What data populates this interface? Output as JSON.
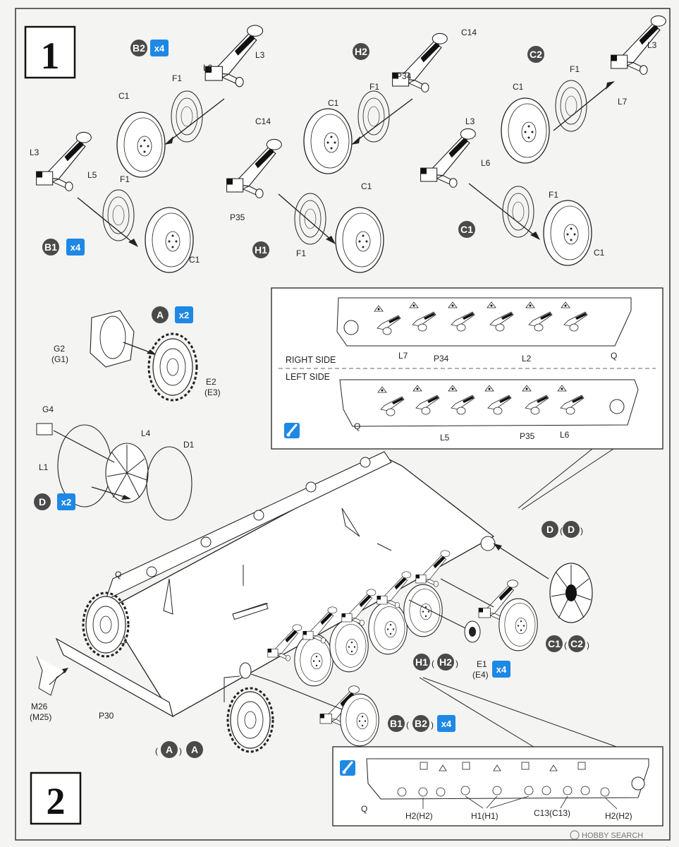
{
  "steps": {
    "one": "1",
    "two": "2"
  },
  "colors": {
    "ink": "#222222",
    "accent": "#1e88e5",
    "badge": "#4a4a4a",
    "paper": "#f4f4f2"
  },
  "badges": {
    "b2": "B2",
    "h2": "H2",
    "c2": "C2",
    "b1": "B1",
    "h1": "H1",
    "c1": "C1",
    "a": "A",
    "d": "D",
    "mult4": "x4",
    "mult2": "x2"
  },
  "labels": {
    "c1": "C1",
    "f1": "F1",
    "l2": "L2",
    "l3": "L3",
    "l5": "L5",
    "l6": "L6",
    "l7": "L7",
    "c14": "C14",
    "p34": "P34",
    "p35": "P35",
    "g2": "G2",
    "g1p": "(G1)",
    "e2": "E2",
    "e3p": "(E3)",
    "g4": "G4",
    "l4": "L4",
    "d1": "D1",
    "l1": "L1",
    "q": "Q",
    "p30": "P30",
    "m26": "M26",
    "m25p": "(M25)",
    "e1": "E1",
    "e4p": "(E4)",
    "h2h2": "H2(H2)",
    "h1h1": "H1(H1)",
    "c13c13": "C13(C13)",
    "paren_l": "(",
    "paren_r": ")"
  },
  "sides": {
    "right": "RIGHT SIDE",
    "left": "LEFT SIDE"
  },
  "icons": {
    "note": "paint-brush-icon"
  },
  "watermark": "HOBBY SEARCH"
}
